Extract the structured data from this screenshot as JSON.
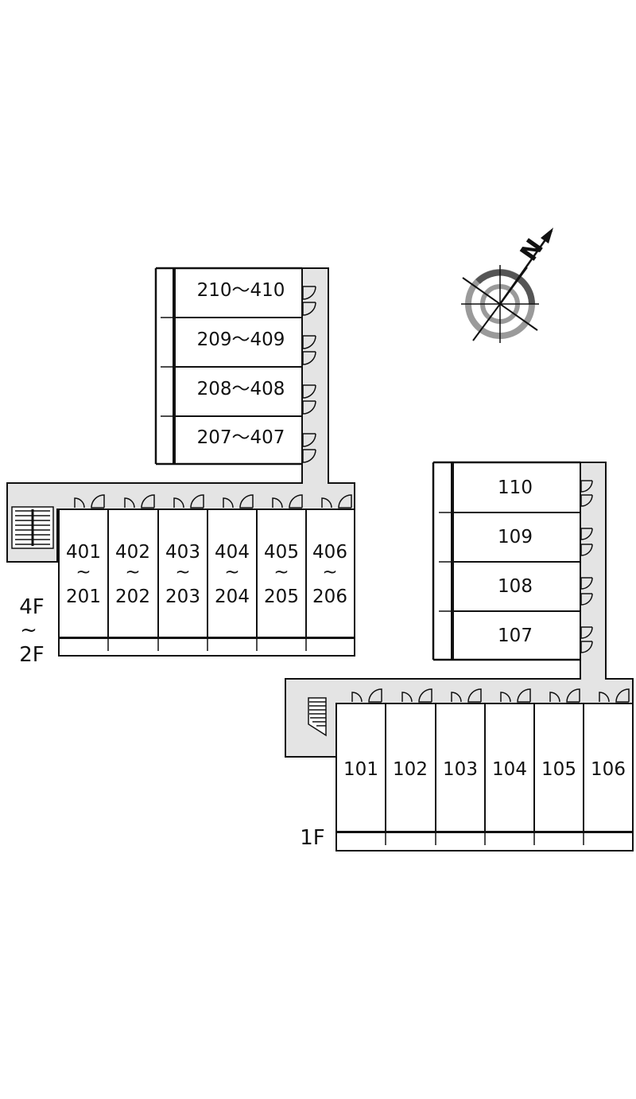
{
  "floors": {
    "upper_label_top": "4F",
    "upper_label_tilde": "~",
    "upper_label_bottom": "2F",
    "ground_label": "1F"
  },
  "compass": {
    "north_label": "N",
    "icon": "compass-rose-icon"
  },
  "upper_north_wing": [
    {
      "label": "210～410"
    },
    {
      "label": "209～409"
    },
    {
      "label": "208～408"
    },
    {
      "label": "207～407"
    }
  ],
  "upper_row": [
    {
      "top": "401",
      "tilde": "~",
      "bottom": "201"
    },
    {
      "top": "402",
      "tilde": "~",
      "bottom": "202"
    },
    {
      "top": "403",
      "tilde": "~",
      "bottom": "203"
    },
    {
      "top": "404",
      "tilde": "~",
      "bottom": "204"
    },
    {
      "top": "405",
      "tilde": "~",
      "bottom": "205"
    },
    {
      "top": "406",
      "tilde": "~",
      "bottom": "206"
    }
  ],
  "ground_north_wing": [
    {
      "label": "110"
    },
    {
      "label": "109"
    },
    {
      "label": "108"
    },
    {
      "label": "107"
    }
  ],
  "ground_row": [
    {
      "label": "101"
    },
    {
      "label": "102"
    },
    {
      "label": "103"
    },
    {
      "label": "104"
    },
    {
      "label": "105"
    },
    {
      "label": "106"
    }
  ],
  "colors": {
    "corridor": "#e4e4e4",
    "line": "#111111",
    "compass_gray": "#9a9a9a"
  }
}
